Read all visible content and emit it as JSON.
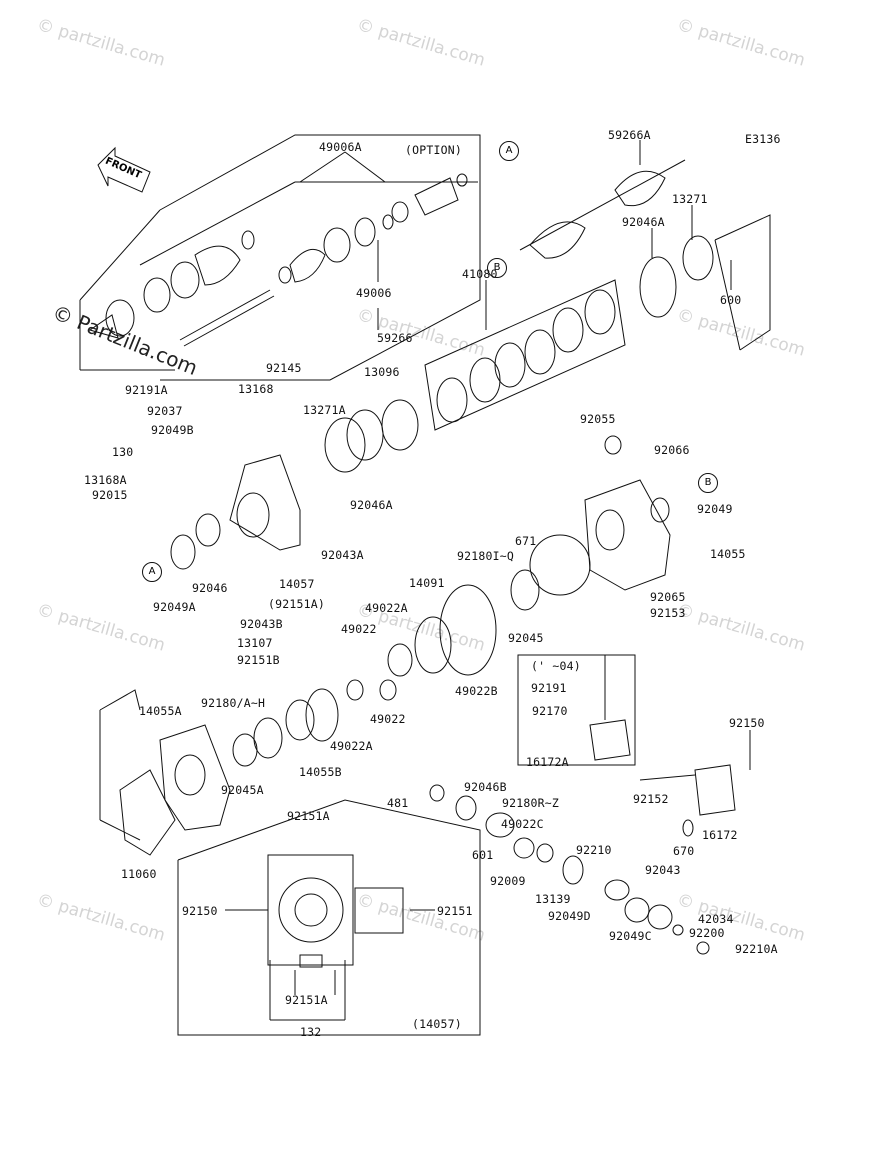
{
  "diagram_code": "E3136",
  "front_label": "FRONT",
  "option_label": "(OPTION)",
  "watermark": "© partzilla.com",
  "watermark_side": "© Partzilla.com",
  "refs": {
    "a": "A",
    "b": "B"
  },
  "parts": {
    "p59266A": "59266A",
    "p49006A": "49006A",
    "p13271": "13271",
    "p92046A_top": "92046A",
    "p600": "600",
    "p49006": "49006",
    "p59266": "59266",
    "p41080": "41080",
    "p92191A": "92191A",
    "p92145": "92145",
    "p13168": "13168",
    "p92037": "92037",
    "p13271A": "13271A",
    "p13096": "13096",
    "p92049B": "92049B",
    "p130": "130",
    "p13168A": "13168A",
    "p92015": "92015",
    "p92046A_mid": "92046A",
    "p92055": "92055",
    "p92066": "92066",
    "p92049": "92049",
    "p92043A": "92043A",
    "p671": "671",
    "p92180IQ": "92180I~Q",
    "p14055": "14055",
    "p92046": "92046",
    "p14057": "14057",
    "p92049A": "92049A",
    "p92151A_paren": "(92151A)",
    "p14091": "14091",
    "p92065": "92065",
    "p92153": "92153",
    "p92043B": "92043B",
    "p49022A_top": "49022A",
    "p49022_top": "49022",
    "p92045": "92045",
    "p13107": "13107",
    "p92151B": "92151B",
    "p04": "(' ~04)",
    "p49022B": "49022B",
    "p92191": "92191",
    "p14055A": "14055A",
    "p92180AH": "92180/A~H",
    "p49022_bot": "49022",
    "p92170": "92170",
    "p49022A_bot": "49022A",
    "p14055B": "14055B",
    "p92045A": "92045A",
    "p16172A": "16172A",
    "p92150_right": "92150",
    "p92046B": "92046B",
    "p481": "481",
    "p92180RZ": "92180R~Z",
    "p92152": "92152",
    "p49022C": "49022C",
    "p16172": "16172",
    "p92151A_box": "92151A",
    "p11060": "11060",
    "p601": "601",
    "p92210": "92210",
    "p670": "670",
    "p92043": "92043",
    "p92009": "92009",
    "p13139": "13139",
    "p92150_box": "92150",
    "p92151_box": "92151",
    "p92049D": "92049D",
    "p42034": "42034",
    "p92049C": "92049C",
    "p92200": "92200",
    "p92210A": "92210A",
    "p92151A_box2": "92151A",
    "p132": "132",
    "p14057_paren": "(14057)"
  }
}
